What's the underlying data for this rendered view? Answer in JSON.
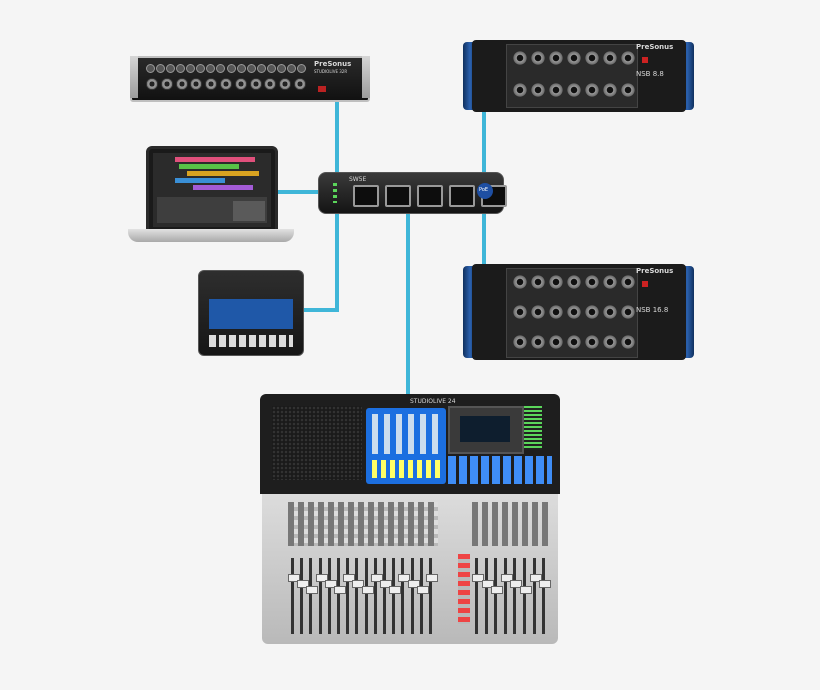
{
  "brand": "PreSonus",
  "devices": {
    "stagebox": {
      "brand": "PreSonus",
      "model": "STUDIOLIVE 32R"
    },
    "nsb_small": {
      "brand": "PreSonus",
      "model": "NSB 8.8"
    },
    "nsb_large": {
      "brand": "PreSonus",
      "model": "NSB 16.8"
    },
    "avb_switch": {
      "label": "SW5E",
      "port_label": "PoE"
    },
    "mixer": {
      "model": "STUDIOLIVE 24"
    },
    "laptop": {},
    "monitor": {}
  },
  "colors": {
    "cable": "#3fb6d8",
    "accent_blue": "#2b62b0",
    "background": "#f5f5f5"
  }
}
